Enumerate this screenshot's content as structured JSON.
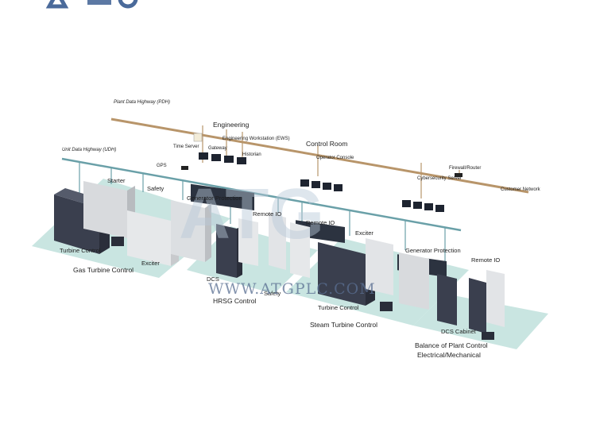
{
  "brand": {
    "logo_text": "ATG",
    "watermark": "WWW.ATGPLC.COM",
    "logo_color": "#4a6a9a"
  },
  "colors": {
    "plant_highway": "#b8956a",
    "unit_highway": "#6aa0a8",
    "floor": "#bfe0dc",
    "cabinet_dark": "#3a3f4e",
    "cabinet_light": "#e6e8ea"
  },
  "networks": {
    "plant_highway": "Plant Data Highway (PDH)",
    "unit_highway": "Unit Data Highway (UDH)",
    "customer_network": "Customer Network",
    "firewall_router": "Firewall/Router"
  },
  "rooms": {
    "engineering": "Engineering",
    "control_room": "Control Room"
  },
  "devices": {
    "time_server": "Time Server",
    "gps": "GPS",
    "gateway": "Gateway",
    "ews": "Engineering Workstation (EWS)",
    "historian": "Historian",
    "operator_console": "Operator Console",
    "cybersecurity_server": "Cybersecurity Server"
  },
  "gas_turbine": {
    "title": "Gas Turbine Control",
    "turbine_control": "Turbine Control",
    "starter": "Starter",
    "safety": "Safety",
    "exciter": "Exciter",
    "generator_protection": "Generator Protection"
  },
  "hrsg": {
    "title": "HRSG Control",
    "dcs": "DCS",
    "safety": "Safety",
    "remote_io": "Remote IO"
  },
  "steam_turbine": {
    "title": "Steam Turbine Control",
    "turbine_control": "Turbine Control",
    "remote_io": "Remote IO",
    "exciter": "Exciter",
    "generator_protection": "Generator Protection"
  },
  "bop": {
    "title_line1": "Balance of Plant Control",
    "title_line2": "Electrical/Mechanical",
    "dcs_cabinet": "DCS Cabinet",
    "remote_io": "Remote IO"
  }
}
